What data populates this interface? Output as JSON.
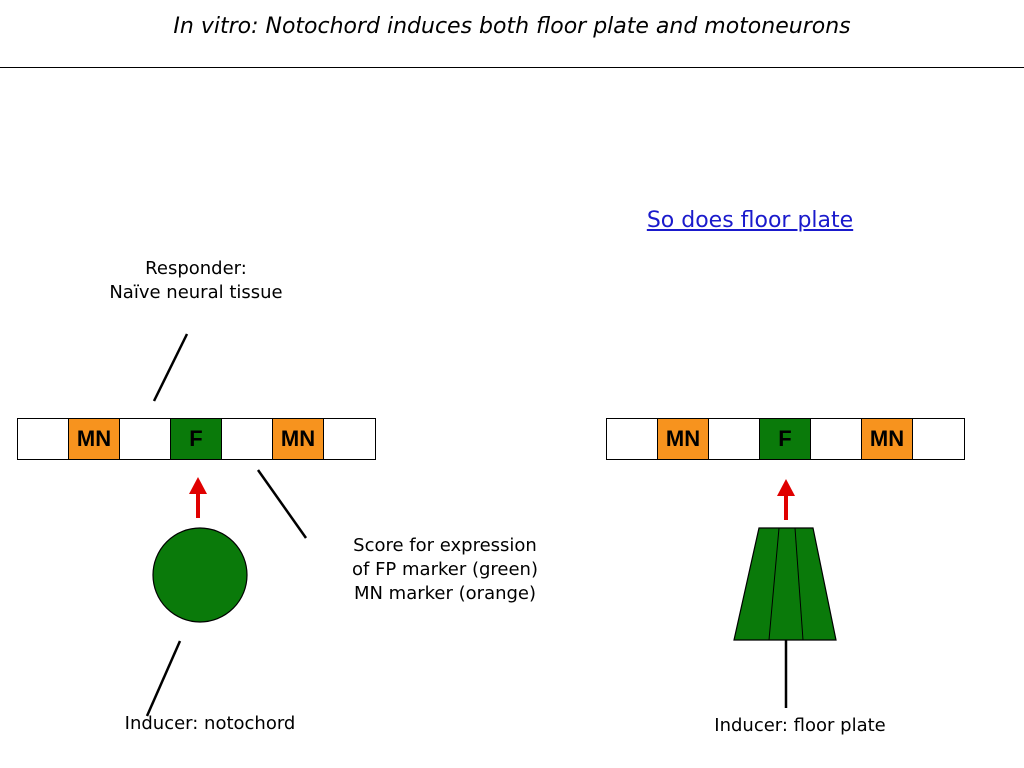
{
  "title": "In vitro: Notochord induces both floor plate and motoneurons",
  "link_text": "So does floor plate",
  "responder_label": [
    "Responder:",
    "Naïve neural tissue"
  ],
  "score_label": [
    "Score for expression",
    "of FP marker (green)",
    "MN marker (orange)"
  ],
  "left_inducer_label": "Inducer: notochord",
  "right_inducer_label": "Inducer: floor plate",
  "strip_cells": [
    "",
    "MN",
    "",
    "F",
    "",
    "MN",
    ""
  ],
  "colors": {
    "mn": "#f7931e",
    "fp": "#0a7a0a",
    "arrow": "#e00000",
    "link": "#1a1acc"
  }
}
